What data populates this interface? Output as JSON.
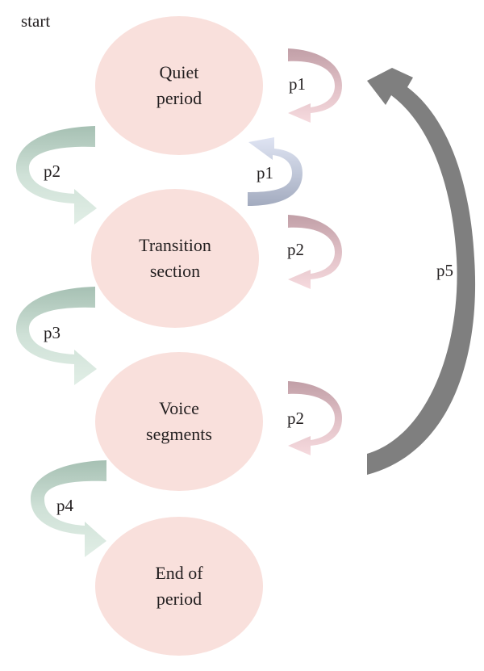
{
  "start_label": "start",
  "states": [
    {
      "id": "quiet",
      "label_line1": "Quiet",
      "label_line2": "period"
    },
    {
      "id": "transition",
      "label_line1": "Transition",
      "label_line2": "section"
    },
    {
      "id": "voice",
      "label_line1": "Voice",
      "label_line2": "segments"
    },
    {
      "id": "end",
      "label_line1": "End of",
      "label_line2": "period"
    }
  ],
  "transitions": {
    "quiet_self": "p1",
    "quiet_to_transition": "p2",
    "transition_to_quiet": "p1",
    "transition_self": "p2",
    "transition_to_voice": "p3",
    "voice_self": "p2",
    "voice_to_end": "p4",
    "voice_to_quiet": "p5"
  },
  "colors": {
    "state_fill": "#f9e0dc",
    "self_loop_dark": "#c4a3aa",
    "self_loop_light": "#f4d6da",
    "forward_dark": "#a9c2b6",
    "forward_light": "#dfede5",
    "back_dark": "#a7afc3",
    "back_light": "#dde3f2",
    "long_back": "#7f7f7f"
  }
}
